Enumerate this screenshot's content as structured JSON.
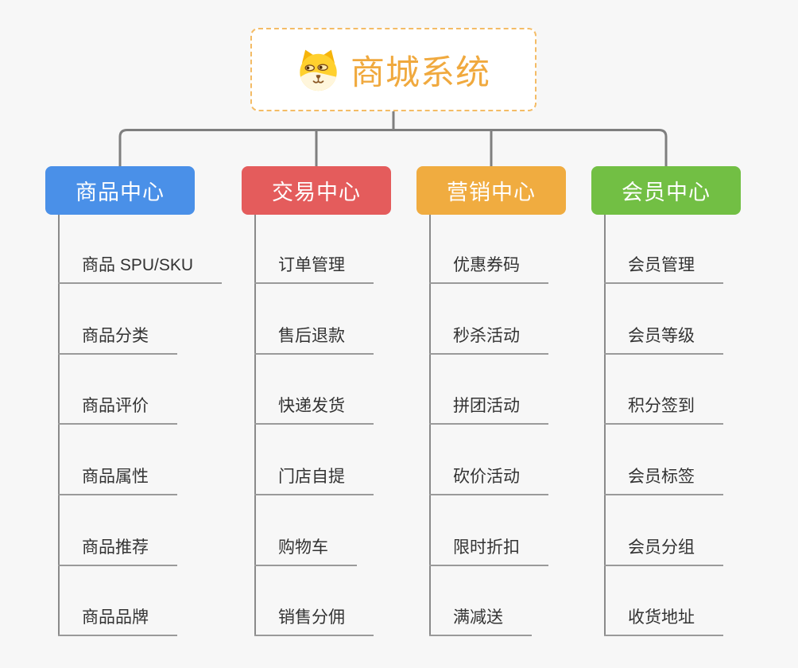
{
  "root": {
    "title": "商城系统",
    "title_color": "#F0A93E",
    "border_color": "#F4BC66",
    "icon": "dog-face-icon"
  },
  "connector_color": "#7F7F7F",
  "line_color": "#9A9A9A",
  "branches": [
    {
      "label": "商品中心",
      "color": "#4A90E8",
      "items": [
        "商品 SPU/SKU",
        "商品分类",
        "商品评价",
        "商品属性",
        "商品推荐",
        "商品品牌"
      ]
    },
    {
      "label": "交易中心",
      "color": "#E45C5C",
      "items": [
        "订单管理",
        "售后退款",
        "快递发货",
        "门店自提",
        "购物车",
        "销售分佣"
      ]
    },
    {
      "label": "营销中心",
      "color": "#F0AC40",
      "items": [
        "优惠券码",
        "秒杀活动",
        "拼团活动",
        "砍价活动",
        "限时折扣",
        "满减送"
      ]
    },
    {
      "label": "会员中心",
      "color": "#72BF44",
      "items": [
        "会员管理",
        "会员等级",
        "积分签到",
        "会员标签",
        "会员分组",
        "收货地址"
      ]
    }
  ]
}
